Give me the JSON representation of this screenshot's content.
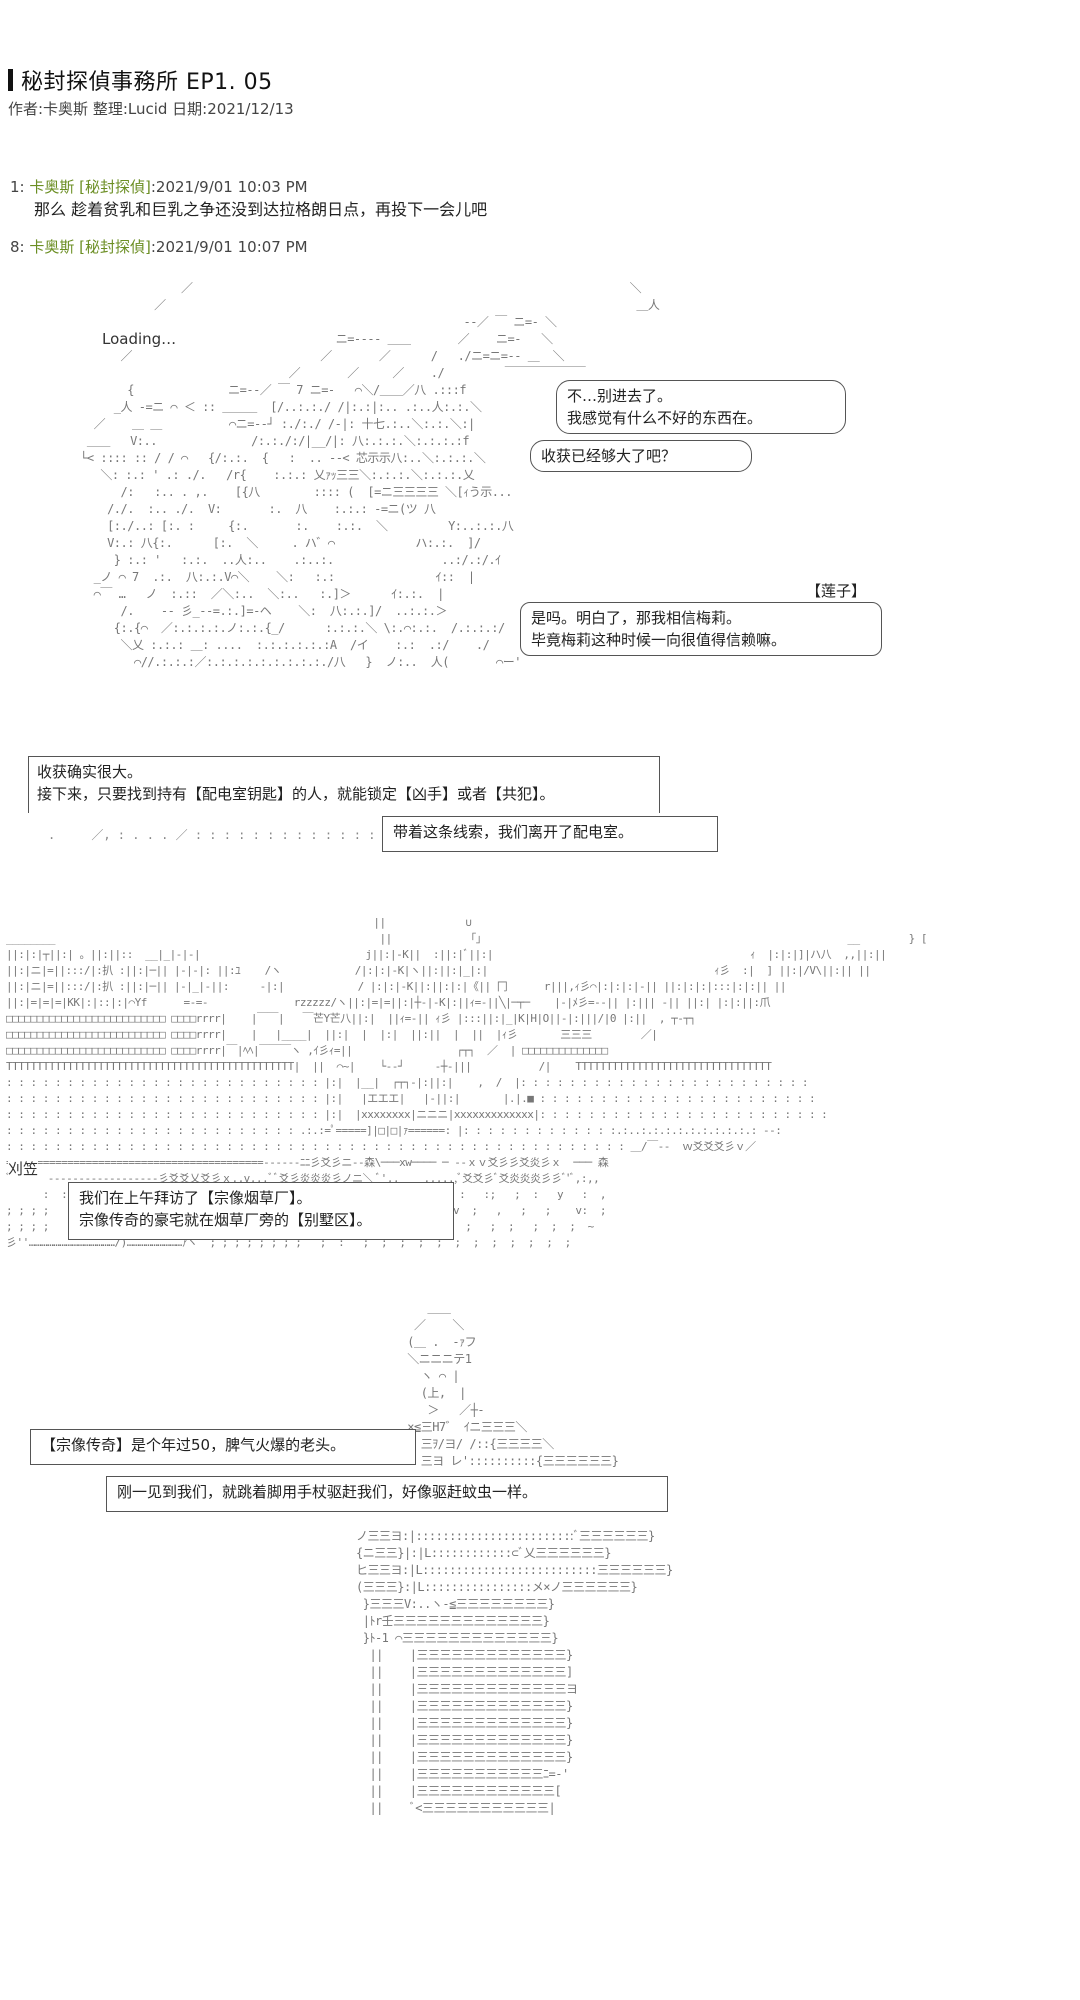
{
  "header": {
    "title": "秘封探偵事務所 EP1. 05",
    "meta": "作者:卡奥斯 整理:Lucid 日期:2021/12/13"
  },
  "posts": [
    {
      "num": "1:",
      "author": "卡奥斯 [秘封探偵]",
      "date": ":2021/9/01 10:03 PM",
      "body": "那么 趁着贫乳和巨乳之争还没到达拉格朗日点，再投下一会儿吧"
    },
    {
      "num": "8:",
      "author": "卡奥斯 [秘封探偵]",
      "date": ":2021/9/01 10:07 PM"
    }
  ],
  "scene1": {
    "loading": "Loading…",
    "bubble_a": [
      "不…别进去了。",
      "我感觉有什么不好的东西在。"
    ],
    "bubble_b": "收获已经够大了吧？",
    "speaker": "【莲子】",
    "bubble_c": [
      "是吗。明白了，那我相信梅莉。",
      "毕竟梅莉这种时候一向很值得信赖嘛。"
    ],
    "narration1": [
      "收获确实很大。",
      "接下来，只要找到持有【配电室钥匙】的人，就能锁定【凶手】或者【共犯】。"
    ],
    "narration2": "带着这条线索，我们离开了配电室。"
  },
  "scene2": {
    "sign": "刈笠",
    "narration": [
      "我们在上午拜访了【宗像烟草厂】。",
      "宗像传奇的豪宅就在烟草厂旁的【别墅区】。"
    ]
  },
  "scene3": {
    "narration1": "【宗像传奇】是个年过50，脾气火爆的老头。",
    "narration2": "刚一见到我们，就跳着脚用手杖驱赶我们，好像驱赶蚊虫一样。"
  }
}
